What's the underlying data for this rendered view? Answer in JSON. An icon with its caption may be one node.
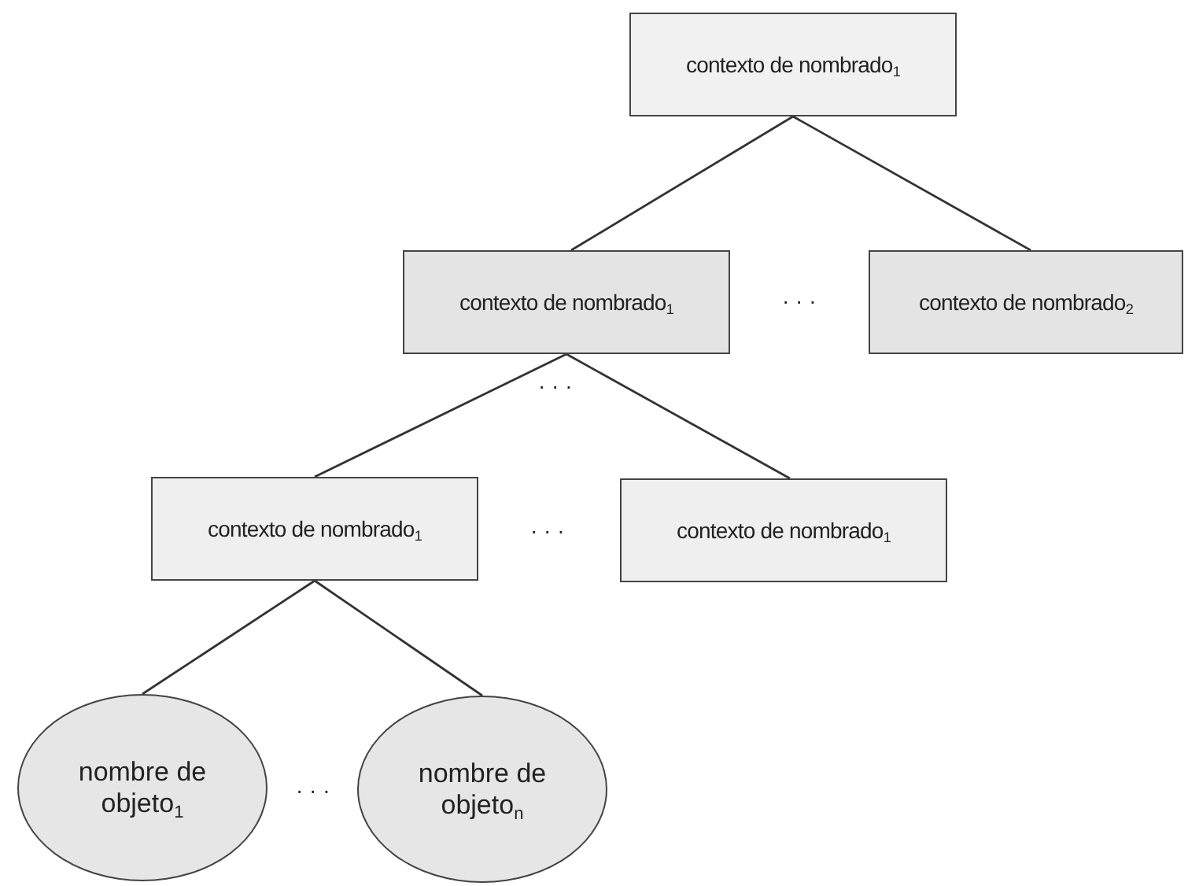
{
  "diagram": {
    "nodes": [
      {
        "text": [
          "contexto de nombrado$_{1}$"
        ]
      },
      {
        "text": [
          "contexto de nombrado$_{1}$"
        ]
      },
      {
        "text": [
          "contexto de nombrado$_{2}$"
        ]
      },
      {
        "text": [
          "contexto de nombrado$_{1}$"
        ]
      },
      {
        "text": [
          "contexto de nombrado$_{1}$"
        ]
      },
      {
        "text": [
          "nombre de objeto$_{1}$"
        ]
      },
      {
        "text": [
          "nombre de objeto$_{n}$"
        ]
      }
    ],
    "edges": [
      {
        "from": 0,
        "to": 1,
        "arrow": "none"
      },
      {
        "from": 0,
        "to": 2,
        "arrow": "none"
      },
      {
        "from": 1,
        "to": 3,
        "arrow": "none"
      },
      {
        "from": 1,
        "to": 4,
        "arrow": "none"
      },
      {
        "from": 3,
        "to": 5,
        "arrow": "none"
      },
      {
        "from": 3,
        "to": 6,
        "arrow": "none"
      }
    ],
    "labels": [
      "· · ·",
      "· · ·",
      "· · ·",
      "· · ·"
    ]
  }
}
